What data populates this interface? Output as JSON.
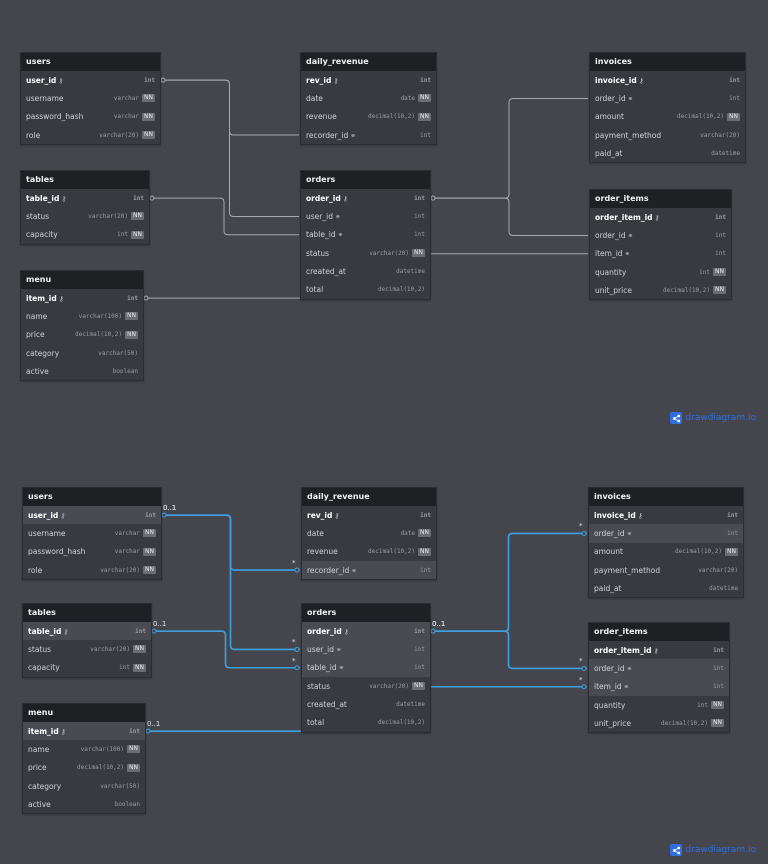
{
  "brand": "drawdiagram.io",
  "tables": {
    "users": {
      "name": "users",
      "fields": [
        {
          "name": "user_id",
          "key": "pk",
          "type": "int",
          "nn": ""
        },
        {
          "name": "username",
          "key": "",
          "type": "varchar",
          "nn": "NN"
        },
        {
          "name": "password_hash",
          "key": "",
          "type": "varchar",
          "nn": "NN"
        },
        {
          "name": "role",
          "key": "",
          "type": "varchar(20)",
          "nn": "NN"
        }
      ]
    },
    "tables": {
      "name": "tables",
      "fields": [
        {
          "name": "table_id",
          "key": "pk",
          "type": "int",
          "nn": ""
        },
        {
          "name": "status",
          "key": "",
          "type": "varchar(20)",
          "nn": "NN"
        },
        {
          "name": "capacity",
          "key": "",
          "type": "int",
          "nn": "NN"
        }
      ]
    },
    "menu": {
      "name": "menu",
      "fields": [
        {
          "name": "item_id",
          "key": "pk",
          "type": "int",
          "nn": ""
        },
        {
          "name": "name",
          "key": "",
          "type": "varchar(100)",
          "nn": "NN"
        },
        {
          "name": "price",
          "key": "",
          "type": "decimal(10,2)",
          "nn": "NN"
        },
        {
          "name": "category",
          "key": "",
          "type": "varchar(50)",
          "nn": ""
        },
        {
          "name": "active",
          "key": "",
          "type": "boolean",
          "nn": ""
        }
      ]
    },
    "daily_revenue": {
      "name": "daily_revenue",
      "fields": [
        {
          "name": "rev_id",
          "key": "pk",
          "type": "int",
          "nn": ""
        },
        {
          "name": "date",
          "key": "",
          "type": "date",
          "nn": "NN"
        },
        {
          "name": "revenue",
          "key": "",
          "type": "decimal(10,2)",
          "nn": "NN"
        },
        {
          "name": "recorder_id",
          "key": "fk",
          "type": "int",
          "nn": ""
        }
      ]
    },
    "orders": {
      "name": "orders",
      "fields": [
        {
          "name": "order_id",
          "key": "pk",
          "type": "int",
          "nn": ""
        },
        {
          "name": "user_id",
          "key": "fk",
          "type": "int",
          "nn": ""
        },
        {
          "name": "table_id",
          "key": "fk",
          "type": "int",
          "nn": ""
        },
        {
          "name": "status",
          "key": "",
          "type": "varchar(20)",
          "nn": "NN"
        },
        {
          "name": "created_at",
          "key": "",
          "type": "datetime",
          "nn": ""
        },
        {
          "name": "total",
          "key": "",
          "type": "decimal(10,2)",
          "nn": ""
        }
      ]
    },
    "invoices": {
      "name": "invoices",
      "fields": [
        {
          "name": "invoice_id",
          "key": "pk",
          "type": "int",
          "nn": ""
        },
        {
          "name": "order_id",
          "key": "fk",
          "type": "int",
          "nn": ""
        },
        {
          "name": "amount",
          "key": "",
          "type": "decimal(10,2)",
          "nn": "NN"
        },
        {
          "name": "payment_method",
          "key": "",
          "type": "varchar(20)",
          "nn": ""
        },
        {
          "name": "paid_at",
          "key": "",
          "type": "datetime",
          "nn": ""
        }
      ]
    },
    "order_items": {
      "name": "order_items",
      "fields": [
        {
          "name": "order_item_id",
          "key": "pk",
          "type": "int",
          "nn": ""
        },
        {
          "name": "order_id",
          "key": "fk",
          "type": "int",
          "nn": ""
        },
        {
          "name": "item_id",
          "key": "fk",
          "type": "int",
          "nn": ""
        },
        {
          "name": "quantity",
          "key": "",
          "type": "int",
          "nn": "NN"
        },
        {
          "name": "unit_price",
          "key": "",
          "type": "decimal(10,2)",
          "nn": "NN"
        }
      ]
    }
  },
  "relationships": [
    {
      "from": "users.user_id",
      "to": "daily_revenue.recorder_id",
      "from_card": "0..1",
      "to_card": "*"
    },
    {
      "from": "users.user_id",
      "to": "orders.user_id",
      "from_card": "0..1",
      "to_card": "*"
    },
    {
      "from": "tables.table_id",
      "to": "orders.table_id",
      "from_card": "0..1",
      "to_card": "*"
    },
    {
      "from": "orders.order_id",
      "to": "invoices.order_id",
      "from_card": "0..1",
      "to_card": "*"
    },
    {
      "from": "orders.order_id",
      "to": "order_items.order_id",
      "from_card": "0..1",
      "to_card": "*"
    },
    {
      "from": "menu.item_id",
      "to": "order_items.item_id",
      "from_card": "0..1",
      "to_card": "*"
    }
  ],
  "colors": {
    "background": "#45464d",
    "line_default": "#a8a8ae",
    "line_selected": "#3da0e0",
    "brand": "#2f6fe0"
  }
}
